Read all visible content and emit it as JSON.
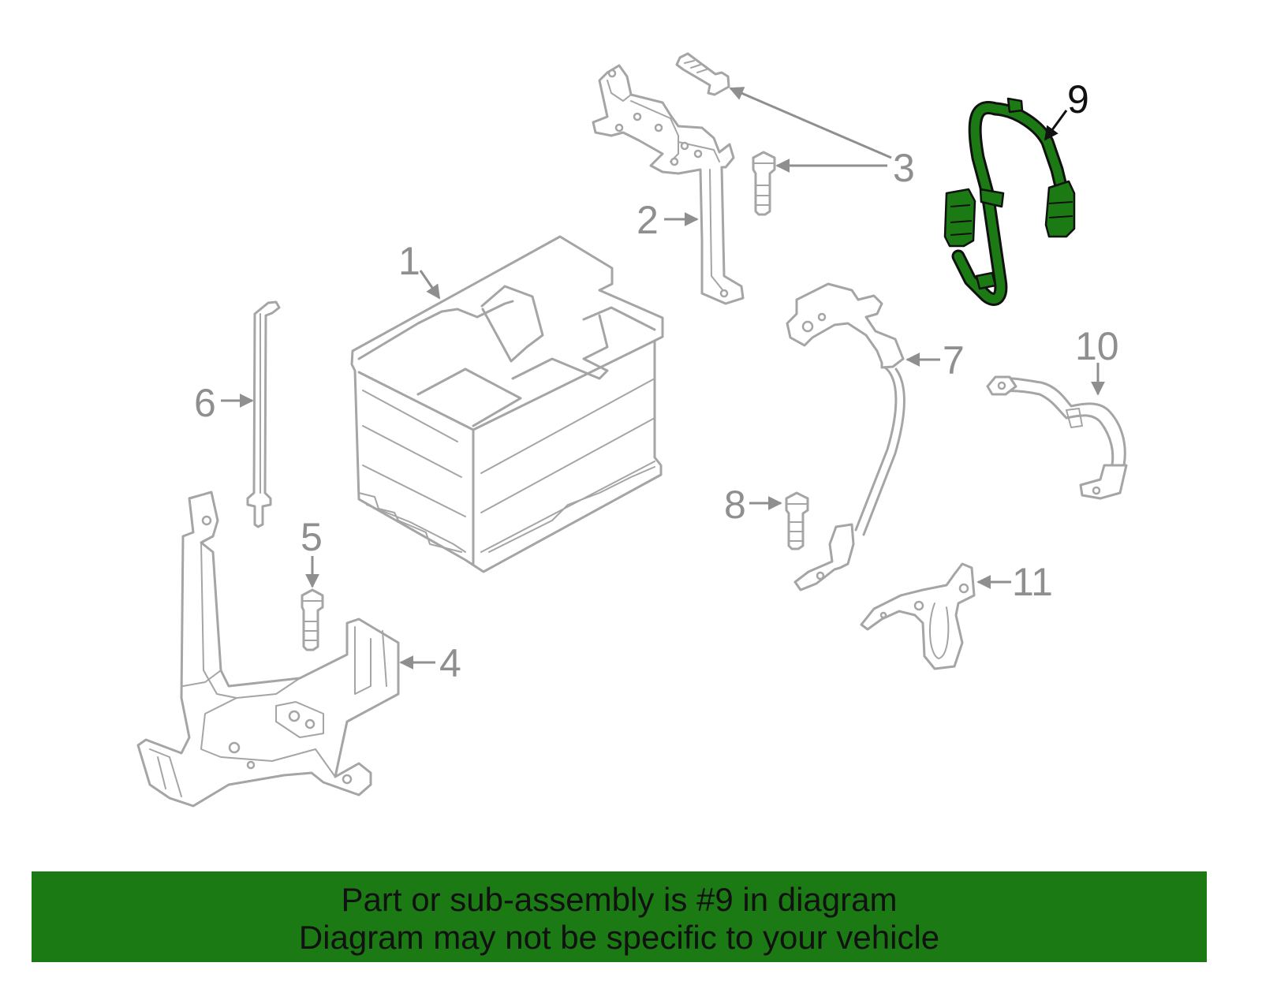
{
  "diagram": {
    "highlighted_part": "9",
    "highlight_color": "#1c7a14",
    "part_line_color": "#a5a5a5",
    "callouts": [
      {
        "id": "1",
        "label": "1"
      },
      {
        "id": "2",
        "label": "2"
      },
      {
        "id": "3",
        "label": "3"
      },
      {
        "id": "4",
        "label": "4"
      },
      {
        "id": "5",
        "label": "5"
      },
      {
        "id": "6",
        "label": "6"
      },
      {
        "id": "7",
        "label": "7"
      },
      {
        "id": "8",
        "label": "8"
      },
      {
        "id": "9",
        "label": "9"
      },
      {
        "id": "10",
        "label": "10"
      },
      {
        "id": "11",
        "label": "11"
      }
    ]
  },
  "footer": {
    "background_color": "#1c7a14",
    "line1": "Part or sub-assembly is #9 in diagram",
    "line2": "Diagram may not be specific to your vehicle"
  }
}
